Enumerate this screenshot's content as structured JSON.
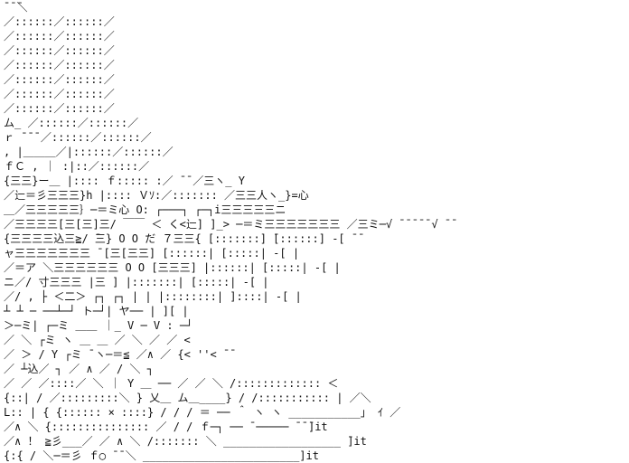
{
  "artwork": {
    "kind": "ascii-art",
    "description_visible": false,
    "ink_color": "#111111",
    "background_color": "#ffffff",
    "lines": [
      "                                                                                        ̄ ̄ ̄＼",
      "                                                                                  ／::::::／::::::／",
      "                                                                                ／::::::／::::::／",
      "                                                                              ／::::::／::::::／",
      "                                                                            ／::::::／::::::／",
      "                                                                          ／::::::／::::::／",
      "                                                                        ／::::::／::::::／",
      "                                                                      ／::::::／::::::／",
      "                                                        ム_         ／::::::／::::::／",
      "                                                       ｒ ̄ ̄ ̄ ／::::::／::::::／",
      "                    ,                               |＿＿＿／|::::::／::::::／",
      "        ｆＣ  ,                                     ｜     :|::／::::::／",
      "        {三三}ー＿                                   |:::: ｆ::::: :／ ̄ ̄       ／三ヽ_ Y",
      "       ／辷＝彡三三三}h                             |:::: Ｖｿ:／:::::::  ／三三人ヽ_}=心",
      "    ＿／三三三三三｝─＝ミ心   O:       ┌───┐ ┌─┐i三三三三三ニ",
      "  ／三三三三[三[三]三/ ￣￣ ＜ く<辷]  ]_> ─＝ミ三三三三三三三    ／三ミ─√ ̄ ̄  ̄ ̄ ̄ √ ̄ ̄",
      "  {三三三三込三≧/ ̄三}            O      O                    だ ７三三{  [:::::::] ̄[::::::]  -[ ̄ ̄",
      "  ャ三三三三三三三 ̄                                             [三[三三] [::::::|  [:::::|  -[  |",
      "   ／＝ア ＼三三三三三三             O    O                     [三三三]  |::::::|  [:::::|  -[  |",
      "  ニ／/  寸三三三                                               |三  ]   |:::::::|  [:::::|  -[  |",
      "  ／/   ,  ├ ＜二＞                   ┌┐          ┌┐            |  |    |::::::::|  ]::::|  -[  |",
      "                               ┴    ┴ ─ ──┴─┘        ト─┘|   ヤ──  |  ][  |",
      "   ＞─ミ|     ┌─ミ               ＿＿                     ｜_ V      ─ V   :  ─┘",
      "    ／    ＼  ┌ミ ヽ  ＿ ＿          ／  ＼       ／      ／   <",
      "      ／ ＞ / Y  ┌ミ ̄ ヽ─＝≦   ／∧           ／ {<  ''<  ̄ ̄",
      "     ／   ┴込／    ┐      ／  ∧      ／ /     ＼        ┐",
      "   ／  ／   ／::::／  ＼       ｜ Y  ＿ ──   ／   ／ ＼ /:::::::::::::   ＜",
      "  {::|  /   ／:::::::::＼   }  乂＿       ム＿____}     /  /:::::::::::   |  ／＼",
      "  L:: |  {  {:::::: × ::::}  /  /   /  ＝ ──  ＾  ヽ   ヽ  ___________」 ｲ ／",
      "     ／∧ ＼  {::::::::::::::: ／  /  /    ｆ─┐  ──  ̄ ───── ̄ ̄ ̄]it",
      "    ／∧   ！ ≧彡___／  ／ ∧ ＼  /::::::: ＼  __________________ ̄]it",
      "   {:{  /  ＼─＝彡   ｆ◯ ̄ ̄ ＼  ________________________]it"
    ]
  }
}
